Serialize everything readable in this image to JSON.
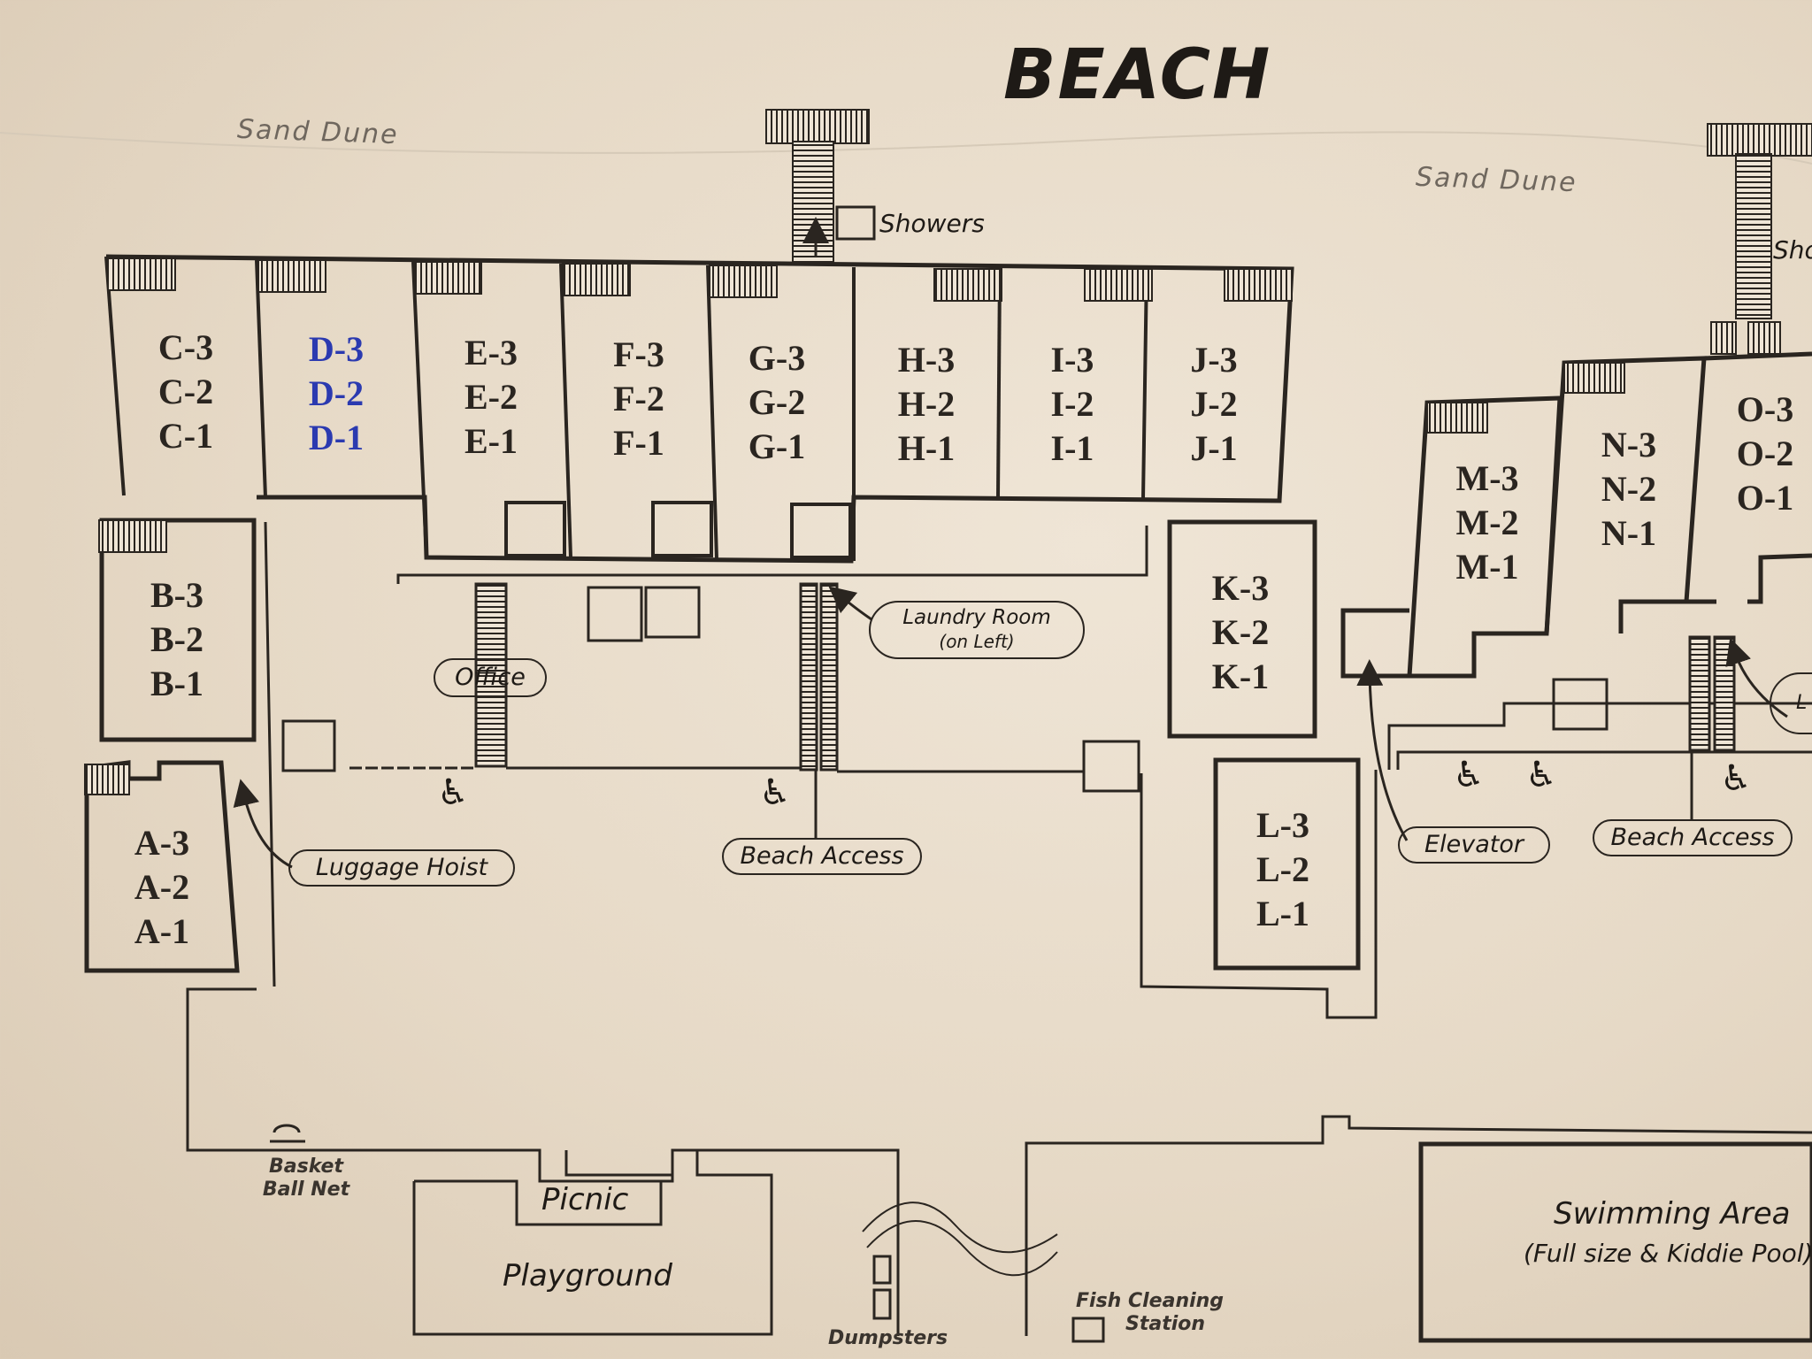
{
  "title": "BEACH",
  "sand_dune_labels": [
    "Sand Dune",
    "Sand Dune"
  ],
  "units": {
    "C": [
      "C-3",
      "C-2",
      "C-1"
    ],
    "D": [
      "D-3",
      "D-2",
      "D-1"
    ],
    "E": [
      "E-3",
      "E-2",
      "E-1"
    ],
    "F": [
      "F-3",
      "F-2",
      "F-1"
    ],
    "G": [
      "G-3",
      "G-2",
      "G-1"
    ],
    "H": [
      "H-3",
      "H-2",
      "H-1"
    ],
    "I": [
      "I-3",
      "I-2",
      "I-1"
    ],
    "J": [
      "J-3",
      "J-2",
      "J-1"
    ],
    "B": [
      "B-3",
      "B-2",
      "B-1"
    ],
    "A": [
      "A-3",
      "A-2",
      "A-1"
    ],
    "K": [
      "K-3",
      "K-2",
      "K-1"
    ],
    "L": [
      "L-3",
      "L-2",
      "L-1"
    ],
    "M": [
      "M-3",
      "M-2",
      "M-1"
    ],
    "N": [
      "N-3",
      "N-2",
      "N-1"
    ],
    "O": [
      "O-3",
      "O-2",
      "O-1"
    ]
  },
  "labels": {
    "showers": "Showers",
    "showers_right": "Sho",
    "office": "Office",
    "laundry_line1": "Laundry Room",
    "laundry_line2": "(on Left)",
    "beach_access": "Beach Access",
    "beach_access_right": "Beach Access",
    "luggage_hoist": "Luggage Hoist",
    "elevator": "Elevator",
    "basketball_line1": "Basket",
    "basketball_line2": "Ball Net",
    "picnic": "Picnic",
    "playground": "Playground",
    "dumpsters": "Dumpsters",
    "fish_line1": "Fish Cleaning",
    "fish_line2": "Station",
    "swimming_line1": "Swimming Area",
    "swimming_line2": "(Full size & Kiddie Pool)",
    "cut_pill": "L"
  },
  "icons": [
    "wheelchair-icon",
    "wheelchair-icon",
    "wheelchair-icon",
    "wheelchair-icon",
    "wheelchair-icon",
    "arrow-icon"
  ]
}
